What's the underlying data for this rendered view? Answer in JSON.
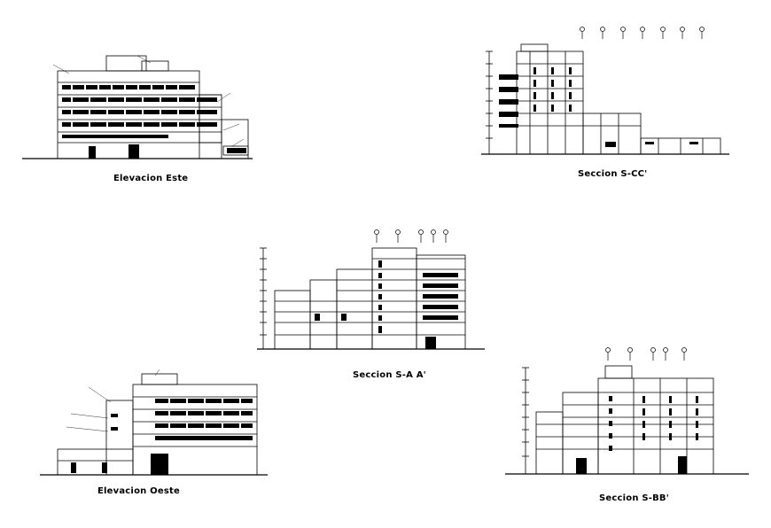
{
  "drawings": {
    "elevacion_este": {
      "caption": "Elevacion Este"
    },
    "seccion_cc": {
      "caption": "Seccion S-CC'"
    },
    "seccion_aa": {
      "caption": "Seccion S-A A'"
    },
    "elevacion_oeste": {
      "caption": "Elevacion Oeste"
    },
    "seccion_bb": {
      "caption": "Seccion S-BB'"
    }
  },
  "colors": {
    "line": "#000000",
    "background": "#ffffff"
  }
}
